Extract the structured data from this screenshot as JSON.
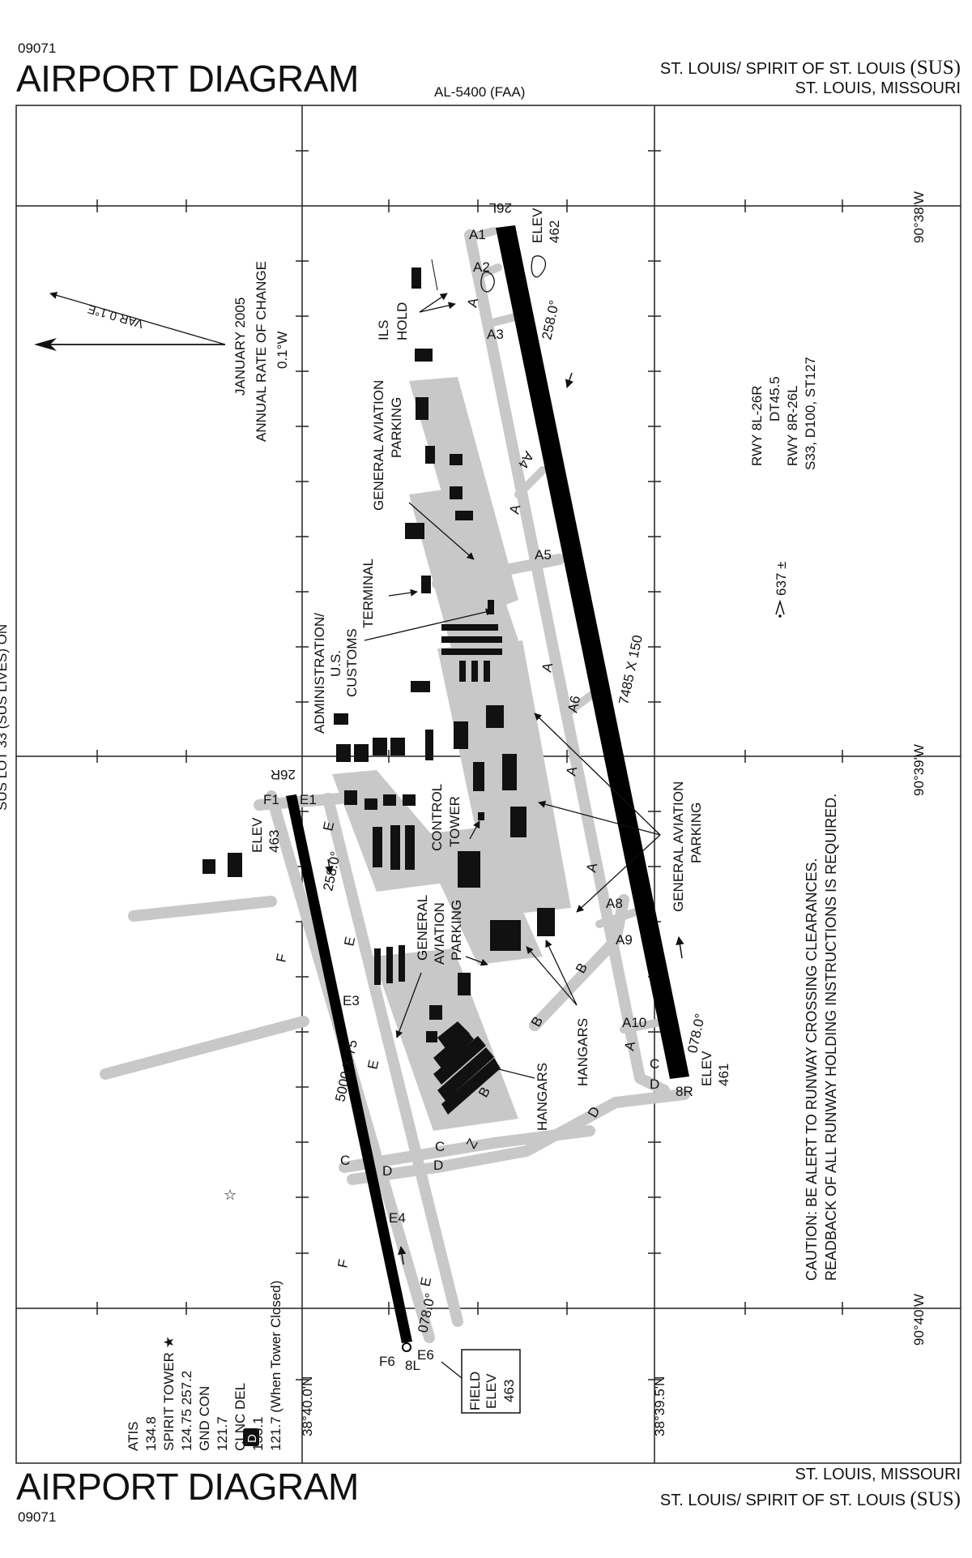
{
  "chart_number": "09071",
  "title": "AIRPORT DIAGRAM",
  "doc_id": "AL-5400 (FAA)",
  "airport_name": "ST. LOUIS/ SPIRIT OF ST. LOUIS",
  "airport_id": "(SUS)",
  "city_state": "ST. LOUIS, MISSOURI",
  "side_label": "SUS LOT 33 (SUS LIVES) ON",
  "lat_labels": [
    "38°40.0'N",
    "38°39.5'N"
  ],
  "lon_labels": [
    "90°38'W",
    "90°39'W",
    "90°40'W"
  ],
  "variation": {
    "arrow_label": "VAR 0.1°E",
    "date": "JANUARY 2005",
    "rate_title": "ANNUAL RATE OF CHANGE",
    "rate": "0.1°W"
  },
  "runways": {
    "main": {
      "dims": "7485 X 150",
      "end_a": "26L",
      "end_b": "8R",
      "hdg_a": "258.0°",
      "hdg_b": "078.0°",
      "elev_a": "462",
      "elev_b": "461"
    },
    "secondary": {
      "dims": "5000 X 75",
      "end_a": "26R",
      "end_b": "8L",
      "hdg_a": "258.0°",
      "hdg_b": "078.0°",
      "elev_a": "463"
    }
  },
  "elev_word": "ELEV",
  "field_elev": [
    "FIELD",
    "ELEV",
    "463"
  ],
  "ils_hold": [
    "ILS",
    "HOLD"
  ],
  "rwy_info": [
    "RWY 8L-26R",
    "DT45.5",
    "RWY 8R-26L",
    "S33, D100, ST127"
  ],
  "obstacle": "637 ±",
  "caution": [
    "CAUTION: BE ALERT TO RUNWAY CROSSING CLEARANCES.",
    "READBACK OF ALL RUNWAY HOLDING INSTRUCTIONS IS REQUIRED."
  ],
  "labels": {
    "ga_parking": [
      "GENERAL AVIATION",
      "PARKING"
    ],
    "ga_parking_3": [
      "GENERAL",
      "AVIATION",
      "PARKING"
    ],
    "terminal": "TERMINAL",
    "admin": [
      "ADMINISTRATION/",
      "U.S.",
      "CUSTOMS"
    ],
    "control_tower": [
      "CONTROL",
      "TOWER"
    ],
    "hangars": "HANGARS"
  },
  "taxiways": {
    "A": "A",
    "A1": "A1",
    "A2": "A2",
    "A3": "A3",
    "A4": "A4",
    "A5": "A5",
    "A6": "A6",
    "A8": "A8",
    "A9": "A9",
    "A10": "A10",
    "B": "B",
    "C": "C",
    "D": "D",
    "E": "E",
    "E1": "E1",
    "E3": "E3",
    "E4": "E4",
    "E6": "E6",
    "F": "F",
    "F1": "F1",
    "F6": "F6",
    "Z": "Z"
  },
  "frequencies": [
    {
      "name": "ATIS",
      "freq": "134.8"
    },
    {
      "name": "SPIRIT TOWER ★",
      "freq": "124.75  257.2"
    },
    {
      "name": "GND CON",
      "freq": "121.7"
    },
    {
      "name": "CLNC DEL",
      "freq": "133.1"
    },
    {
      "name": "",
      "freq": "121.7 (When Tower Closed)"
    }
  ],
  "d_symbol": "D",
  "star": "☆"
}
